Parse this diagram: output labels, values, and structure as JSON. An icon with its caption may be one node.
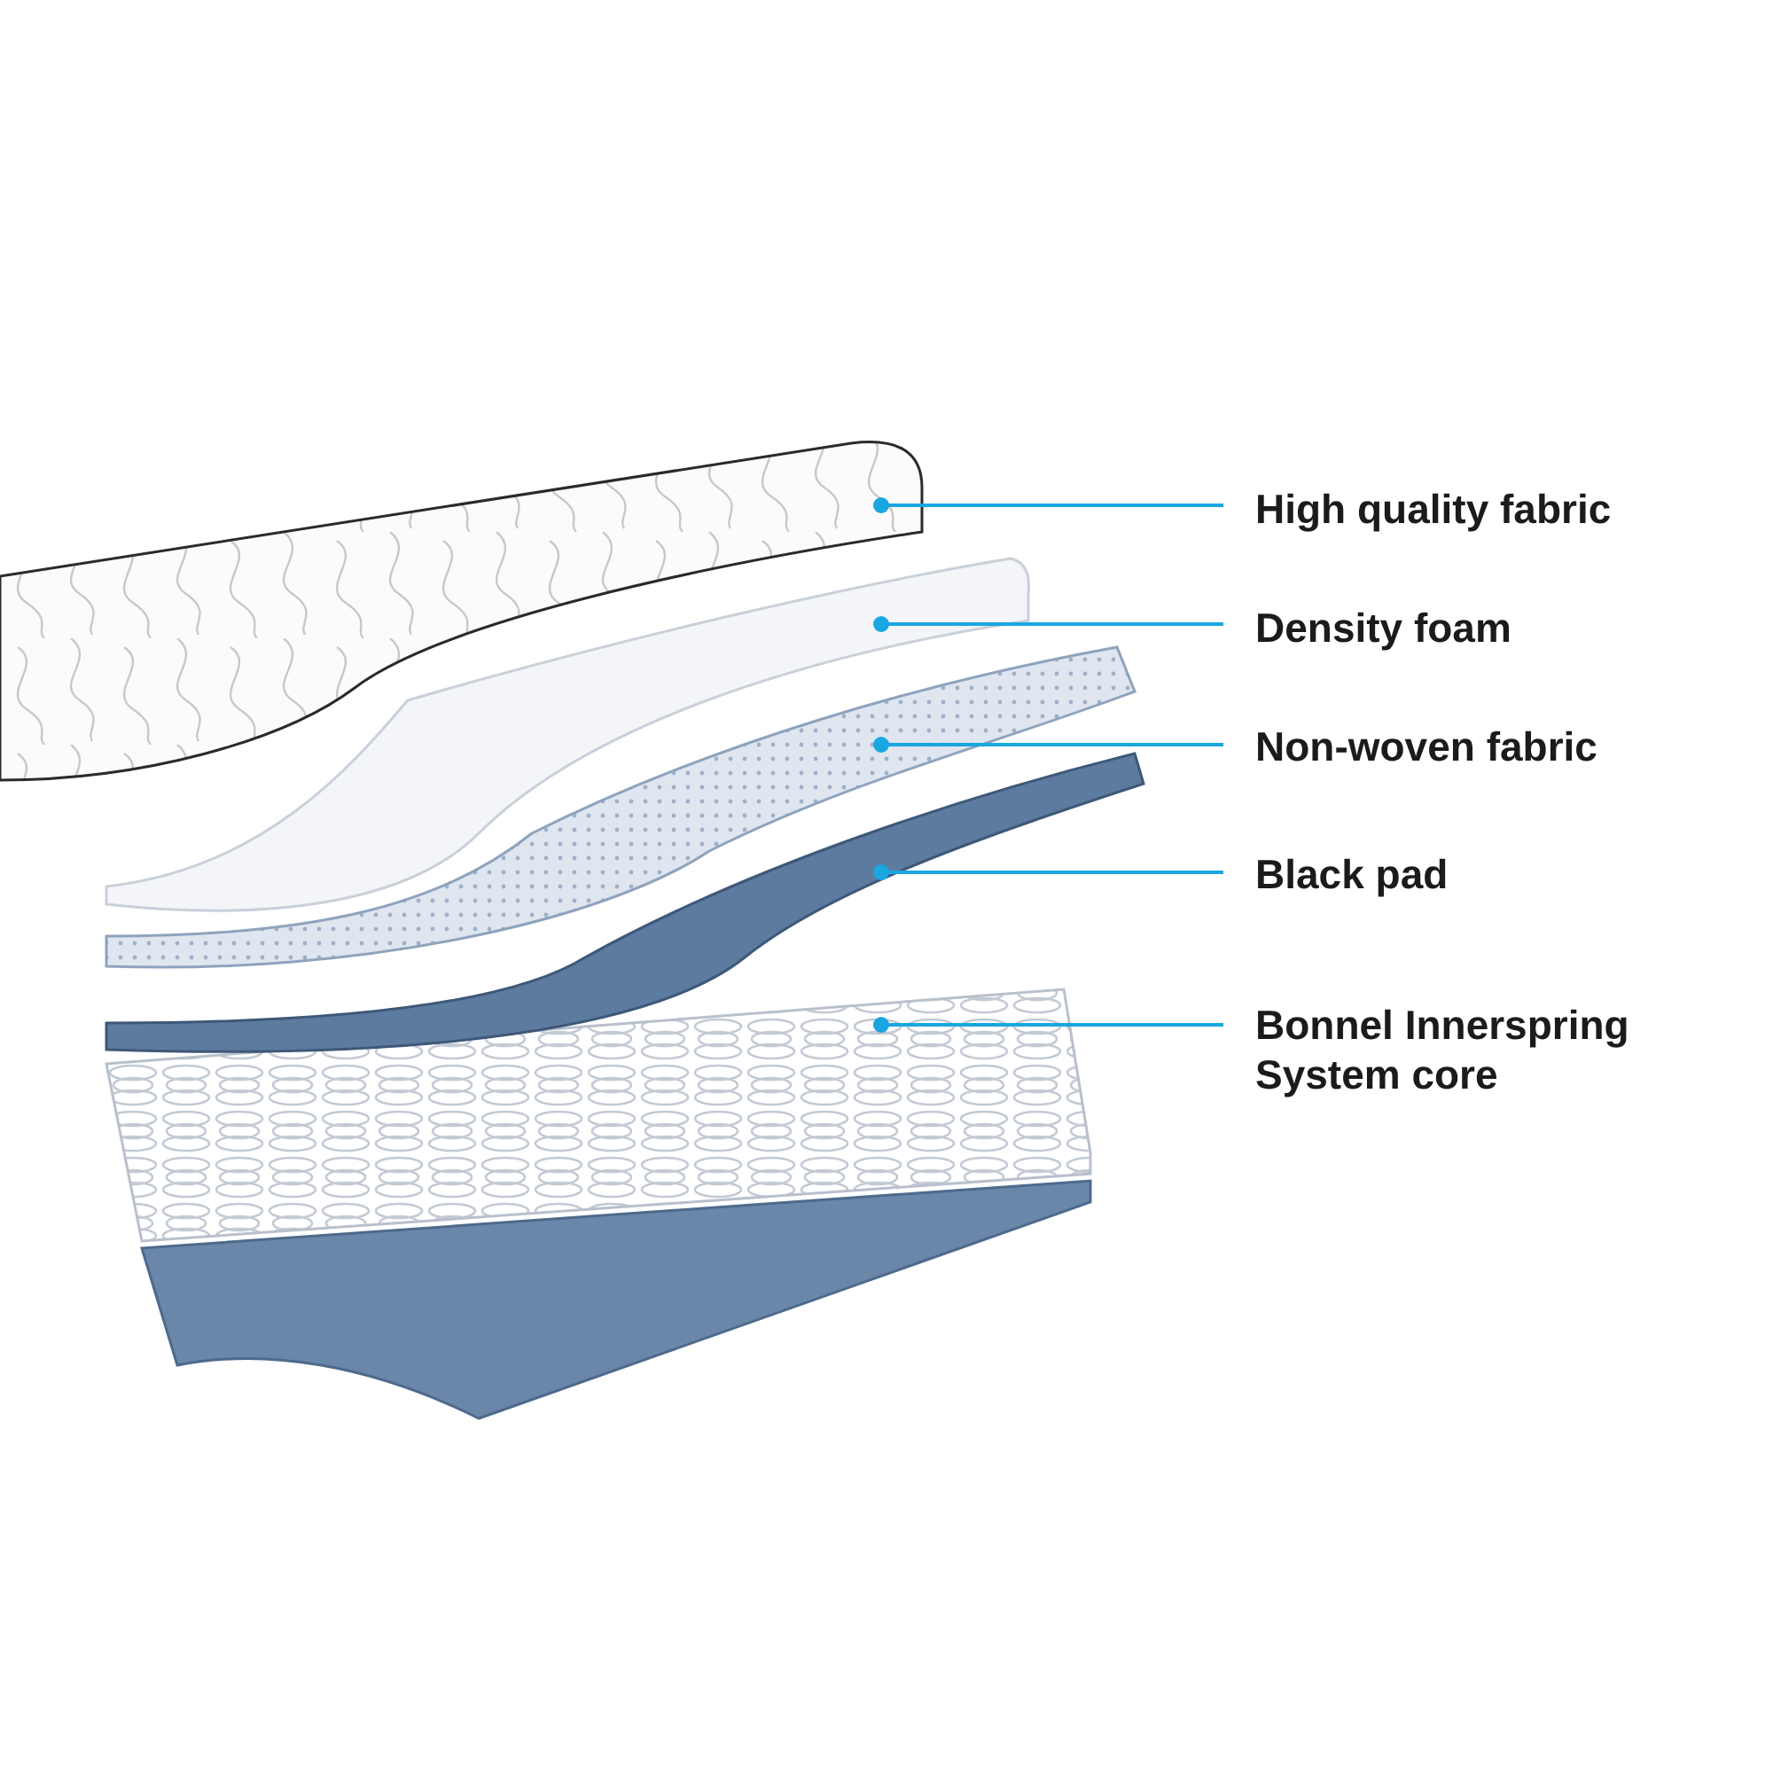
{
  "diagram": {
    "nodes": [
      {
        "text": [
          "High quality fabric"
        ]
      },
      {
        "text": [
          "Density foam"
        ]
      },
      {
        "text": [
          "Non-woven fabric"
        ]
      },
      {
        "text": [
          "Black pad"
        ]
      },
      {
        "text": [
          "Bonnel Innerspring System core"
        ]
      },
      {
        "text": [],
        "shape": "picture"
      },
      {
        "text": [],
        "shape": "picture"
      },
      {
        "text": [],
        "shape": "picture"
      },
      {
        "text": [],
        "shape": "picture"
      },
      {
        "text": [],
        "shape": "picture"
      }
    ],
    "edges": [
      {
        "from": 0,
        "to": 5,
        "arrow": "other"
      },
      {
        "from": 1,
        "to": 6,
        "arrow": "other"
      },
      {
        "from": 2,
        "to": 7,
        "arrow": "other"
      },
      {
        "from": 3,
        "to": 8,
        "arrow": "other"
      },
      {
        "from": 4,
        "to": 9,
        "arrow": "other"
      }
    ]
  }
}
